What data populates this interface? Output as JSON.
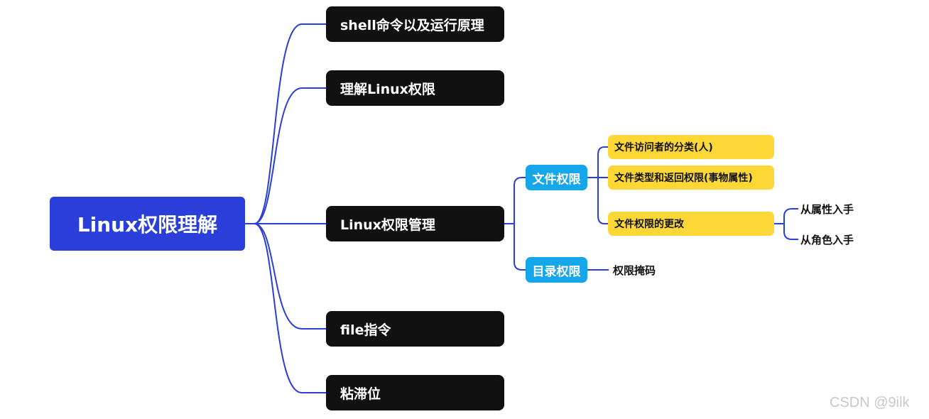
{
  "root": {
    "label": "Linux权限理解"
  },
  "branches": [
    {
      "label": "shell命令以及运行原理"
    },
    {
      "label": "理解Linux权限"
    },
    {
      "label": "Linux权限管理"
    },
    {
      "label": "file指令"
    },
    {
      "label": "粘滞位"
    }
  ],
  "permission_management": {
    "file_permissions": {
      "label": "文件权限",
      "items": [
        {
          "label": "文件访问者的分类(人)"
        },
        {
          "label": "文件类型和返回权限(事物属性)"
        },
        {
          "label": "文件权限的更改",
          "children": [
            {
              "label": "从属性入手"
            },
            {
              "label": "从角色入手"
            }
          ]
        }
      ]
    },
    "directory_permissions": {
      "label": "目录权限",
      "items": [
        {
          "label": "权限掩码"
        }
      ]
    }
  },
  "watermark": "CSDN @9ilk",
  "colors": {
    "root": "#2a3fd9",
    "branch": "#111111",
    "sub": "#16a7ea",
    "leaf": "#fcd736",
    "connector": "#2a3fd9"
  }
}
